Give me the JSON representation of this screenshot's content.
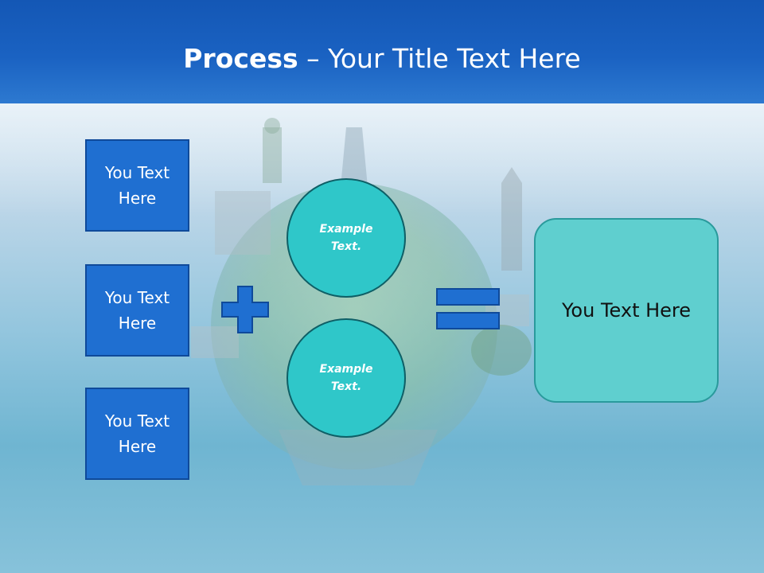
{
  "slide": {
    "title_bold": "Process",
    "title_rest": " – Your Title Text Here"
  },
  "left_boxes": [
    {
      "label": "You Text Here"
    },
    {
      "label": "You Text Here"
    },
    {
      "label": "You Text Here"
    }
  ],
  "circles": [
    {
      "label": "Example Text."
    },
    {
      "label": "Example Text."
    }
  ],
  "result": {
    "label": "You Text Here"
  },
  "icons": {
    "plus": "plus-icon",
    "equals": "equals-icon"
  },
  "colors": {
    "header_blue": "#1a62c2",
    "box_blue": "#1f6fd1",
    "circle_teal": "#2fc7c9",
    "result_teal": "#5fcfcf"
  }
}
